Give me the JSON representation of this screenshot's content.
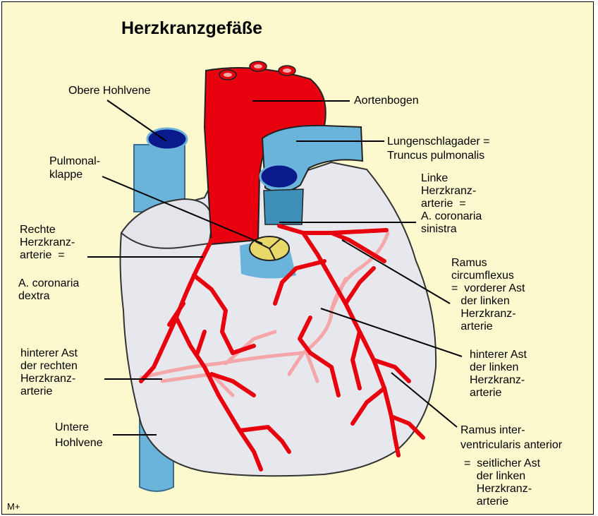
{
  "title": "Herzkranzgefäße",
  "brand": "M+",
  "colors": {
    "background": "#fdf9cf",
    "artery": "#e8000e",
    "posterior_vessel": "#f5a6a8",
    "vein": "#6ab4dc",
    "vein_opening": "#0a1a8a",
    "heart": "#e6e8ee",
    "valve": "#e8d86a"
  },
  "labels": {
    "obere_hohlvene": "Obere Hohlvene",
    "aortenbogen": "Aortenbogen",
    "lungenschlagader": "Lungenschlagader =\nTruncus pulmonalis",
    "pulmonalklappe": "Pulmonal-\nklappe",
    "linke_kranzarterie": "Linke\nHerzkranz-\narterie  =\nA. coronaria\nsinistra",
    "rechte_kranzarterie": "Rechte\nHerzkranz-\narterie  =",
    "a_coronaria_dextra": "A. coronaria\ndextra",
    "ramus_circumflexus": "Ramus\ncircumflexus\n=  vorderer Ast\n   der linken\n   Herzkranz-\n   arterie",
    "hinterer_ast_rechts": "hinterer Ast\nder rechten\nHerzkranz-\narterie",
    "hinterer_ast_links": "hinterer Ast\nder linken\nHerzkranz-\narterie",
    "untere_hohlvene": "Untere\nHohlvene",
    "ramus_interventricularis": "Ramus inter-\nventricularis anterior",
    "seitlicher_ast": "=  seitlicher Ast\n    der linken\n    Herzkranz-\n    arterie"
  }
}
